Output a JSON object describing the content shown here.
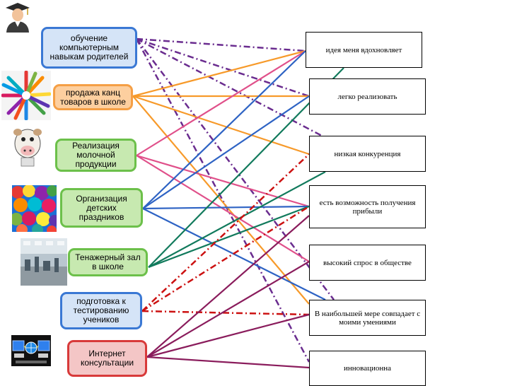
{
  "left_items": [
    {
      "id": "edu",
      "label": "обучение компьютерным навыкам родителей",
      "fill": "#d5e4f7",
      "border": "#3a78d4"
    },
    {
      "id": "shop",
      "label": "продажа канц товаров в школе",
      "fill": "#fdcf9f",
      "border": "#f59f45"
    },
    {
      "id": "milk",
      "label": "Реализация молочной продукции",
      "fill": "#c7e9b0",
      "border": "#6cc04a"
    },
    {
      "id": "kids",
      "label": "Организация детских праздников",
      "fill": "#c7e9b0",
      "border": "#6cc04a"
    },
    {
      "id": "gym",
      "label": "Тенажерный зал в школе",
      "fill": "#c7e9b0",
      "border": "#6cc04a"
    },
    {
      "id": "prep",
      "label": "подготовка к тестированию учеников",
      "fill": "#d5e4f7",
      "border": "#3a78d4"
    },
    {
      "id": "web",
      "label": "Интернет консультации",
      "fill": "#f4c6c6",
      "border": "#d83a3a"
    }
  ],
  "right_items": [
    {
      "id": "idea",
      "label": "идея меня вдохновляет"
    },
    {
      "id": "easy",
      "label": "легко реализовать"
    },
    {
      "id": "lowcomp",
      "label": "низкая конкуренция"
    },
    {
      "id": "profit",
      "label": "есть возможность получения прибыли"
    },
    {
      "id": "demand",
      "label": "высокий спрос в обществе"
    },
    {
      "id": "skills",
      "label": "В наибольшей мере совпадает с моими умениями"
    },
    {
      "id": "innov",
      "label": "инновационна"
    }
  ],
  "connections": [
    {
      "from": "edu",
      "to": [
        "idea",
        "easy",
        "lowcomp",
        "skills",
        "innov"
      ],
      "color": "#6a2c8f",
      "style": "dashdot"
    },
    {
      "from": "shop",
      "to": [
        "idea",
        "easy",
        "lowcomp",
        "skills"
      ],
      "color": "#f79a2a",
      "style": "solid"
    },
    {
      "from": "milk",
      "to": [
        "idea",
        "profit",
        "demand"
      ],
      "color": "#e0508a",
      "style": "solid"
    },
    {
      "from": "kids",
      "to": [
        "idea",
        "easy",
        "profit",
        "skills"
      ],
      "color": "#2e63c4",
      "style": "solid"
    },
    {
      "from": "gym",
      "to": [
        "idea",
        "lowcomp",
        "profit"
      ],
      "color": "#117a5c",
      "style": "solid"
    },
    {
      "from": "prep",
      "to": [
        "lowcomp",
        "profit",
        "skills"
      ],
      "color": "#cc1111",
      "style": "dashdot"
    },
    {
      "from": "web",
      "to": [
        "profit",
        "demand",
        "skills",
        "innov"
      ],
      "color": "#8a1c5c",
      "style": "solid"
    }
  ],
  "icons": [
    "graduate-icon",
    "colored-pencils-icon",
    "cow-icon",
    "balloons-icon",
    "gym-photo-icon",
    "computer-network-icon"
  ]
}
